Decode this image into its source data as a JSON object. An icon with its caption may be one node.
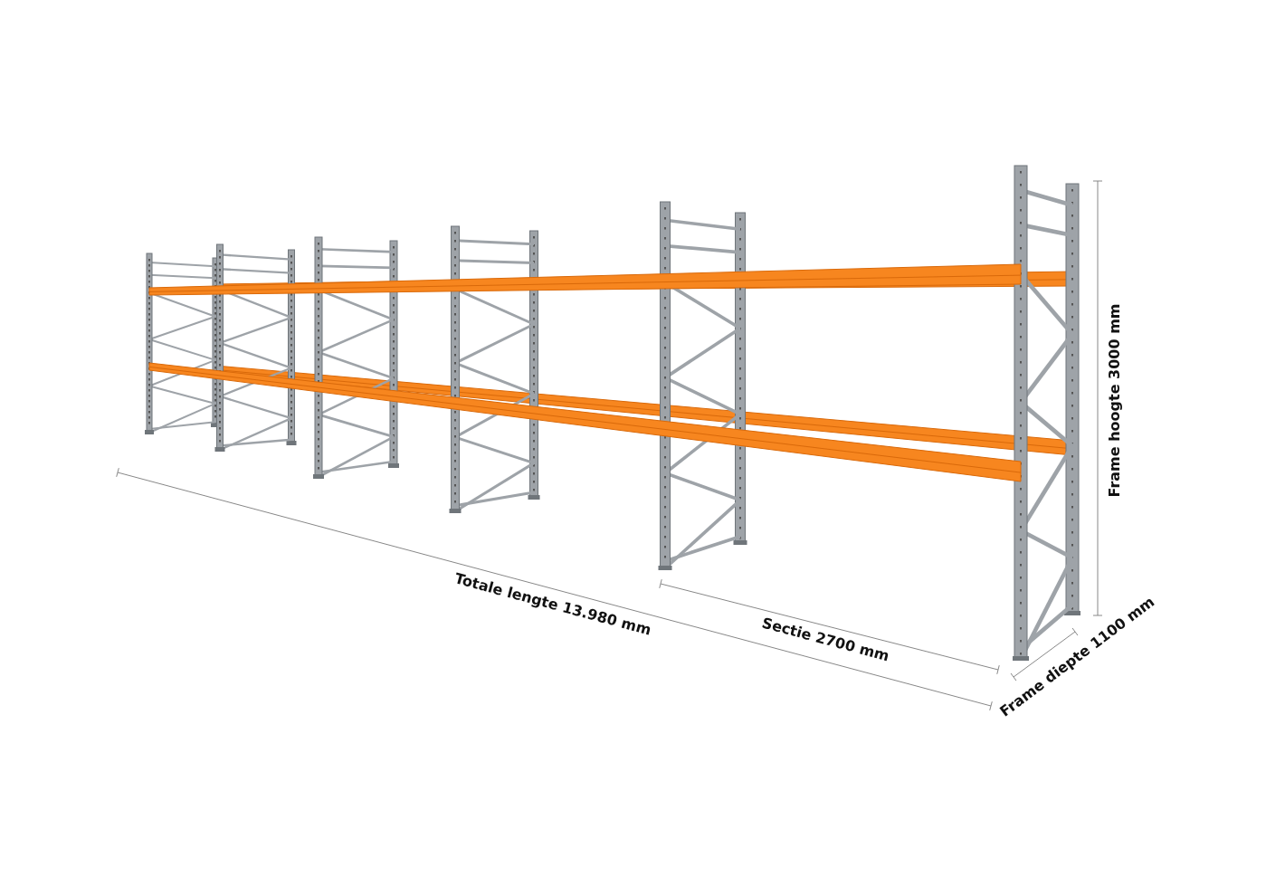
{
  "diagram": {
    "labels": [
      "Frame hoogte 3000 mm",
      "Totale lengte 13.980 mm",
      "Sectie 2700 mm",
      "Frame diepte 1100 mm"
    ]
  }
}
